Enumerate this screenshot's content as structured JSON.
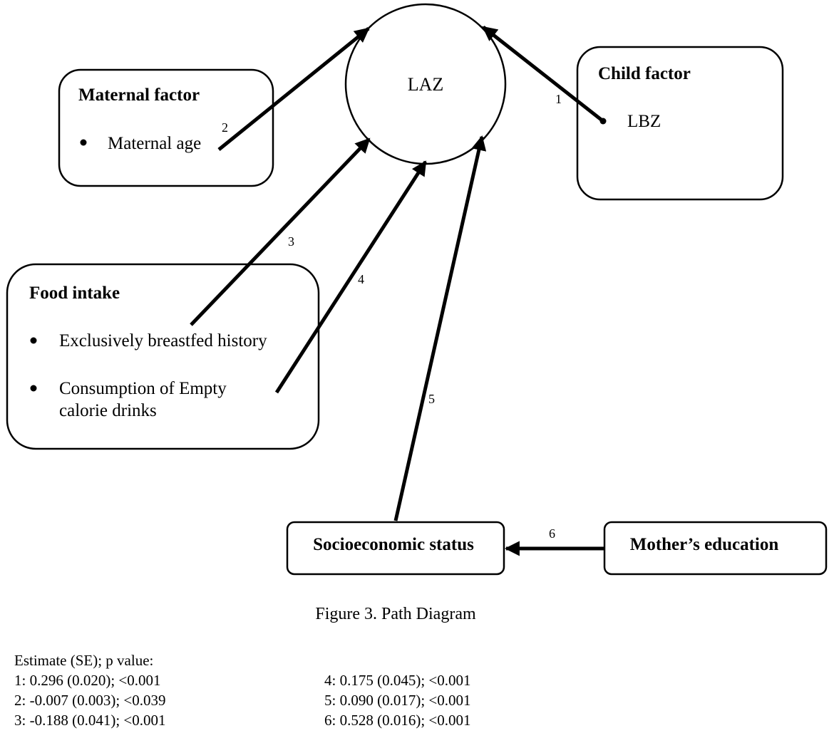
{
  "nodes": {
    "laz": {
      "label": "LAZ"
    },
    "child_factor": {
      "title": "Child factor",
      "items": [
        "LBZ"
      ]
    },
    "maternal_factor": {
      "title": "Maternal factor",
      "items": [
        "Maternal age"
      ]
    },
    "food_intake": {
      "title": "Food intake",
      "items": [
        "Exclusively breastfed history",
        "Consumption of Empty",
        "calorie drinks"
      ]
    },
    "socioeconomic": {
      "title": "Socioeconomic status"
    },
    "mothers_education": {
      "title": "Mother’s education"
    }
  },
  "paths": [
    {
      "id": "1",
      "from": "LBZ",
      "to": "LAZ"
    },
    {
      "id": "2",
      "from": "Maternal age",
      "to": "LAZ"
    },
    {
      "id": "3",
      "from": "Exclusively breastfed history",
      "to": "LAZ"
    },
    {
      "id": "4",
      "from": "Consumption of Empty calorie drinks",
      "to": "LAZ"
    },
    {
      "id": "5",
      "from": "Socioeconomic status",
      "to": "LAZ"
    },
    {
      "id": "6",
      "from": "Mother’s education",
      "to": "Socioeconomic status"
    }
  ],
  "caption": "Figure 3. Path Diagram",
  "estimates": {
    "header": "Estimate (SE); p value:",
    "rows": [
      "1: 0.296 (0.020); <0.001",
      "2: -0.007 (0.003); <0.039",
      "3: -0.188 (0.041); <0.001",
      "4: 0.175 (0.045); <0.001",
      "5: 0.090 (0.017); <0.001",
      "6: 0.528 (0.016); <0.001"
    ]
  }
}
